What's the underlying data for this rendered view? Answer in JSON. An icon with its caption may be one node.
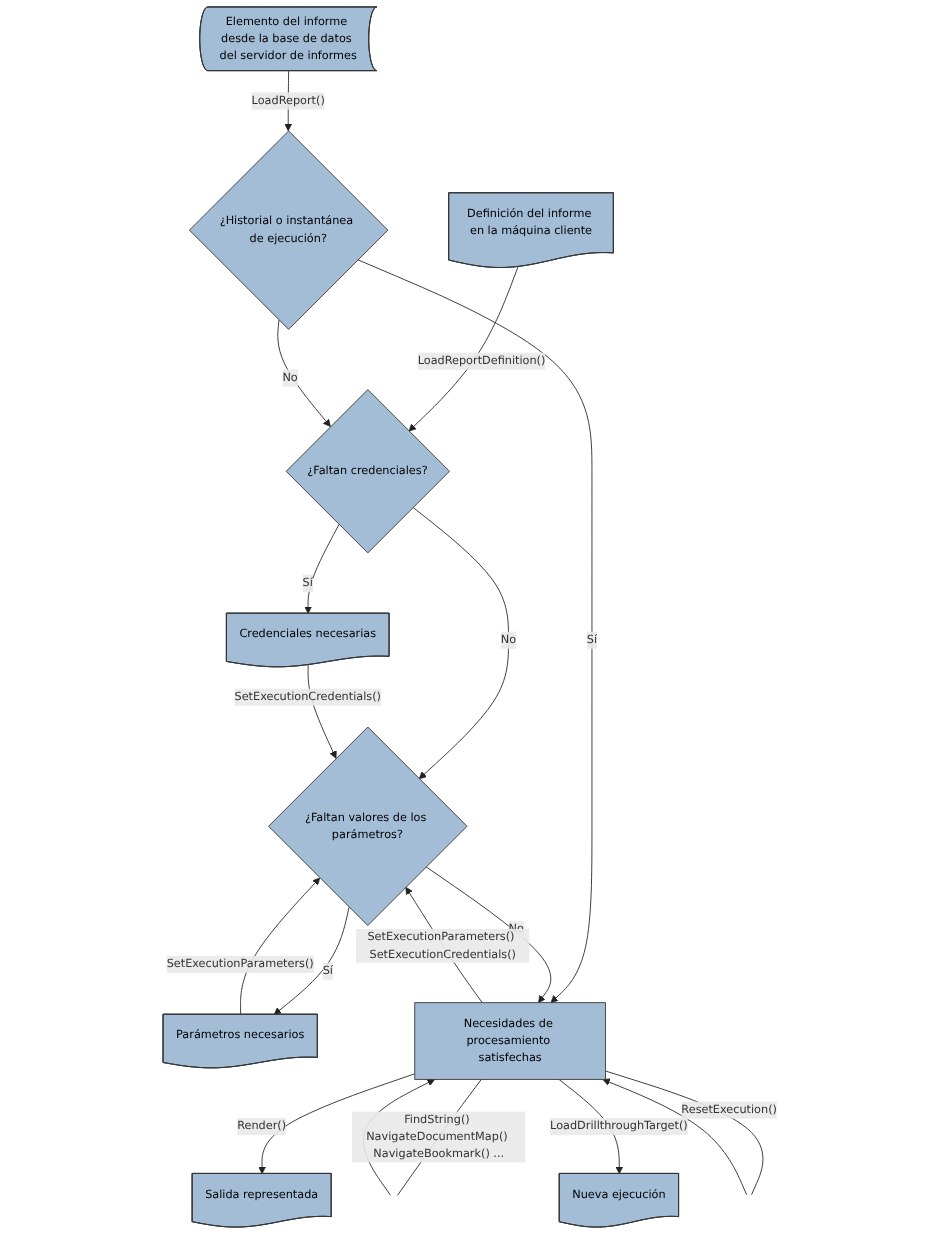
{
  "diagram": {
    "nodes": [
      {
        "text": [
          "Elemento del informe desde la base de datos del servidor de informes"
        ]
      },
      {
        "text": [
          "Definición del informe en la máquina cliente"
        ]
      },
      {
        "text": [
          "¿Historial o instantánea de ejecución?"
        ]
      },
      {
        "text": [
          "¿Faltan credenciales?"
        ]
      },
      {
        "text": [
          "Credenciales necesarias"
        ]
      },
      {
        "text": [
          "¿Faltan valores de los parámetros?"
        ]
      },
      {
        "text": [
          "Parámetros necesarios"
        ]
      },
      {
        "text": [
          "Necesidades de procesamiento satisfechas"
        ]
      },
      {
        "text": [
          "Salida representada"
        ]
      },
      {
        "text": [
          "Nueva ejecución"
        ]
      }
    ],
    "edges": [
      {
        "from": 0,
        "to": 2,
        "arrow": "to",
        "label": "LoadReport()"
      },
      {
        "from": 1,
        "to": 3,
        "arrow": "to",
        "label": "LoadReportDefinition()"
      },
      {
        "from": 2,
        "to": 3,
        "arrow": "to",
        "label": "No"
      },
      {
        "from": 2,
        "to": 7,
        "arrow": "to",
        "label": "Sí"
      },
      {
        "from": 3,
        "to": 4,
        "arrow": "to",
        "label": "Sí"
      },
      {
        "from": 3,
        "to": 5,
        "arrow": "to",
        "label": "No"
      },
      {
        "from": 4,
        "to": 5,
        "arrow": "to",
        "label": "SetExecutionCredentials()"
      },
      {
        "from": 5,
        "to": 6,
        "arrow": "to",
        "label": "Sí"
      },
      {
        "from": 6,
        "to": 5,
        "arrow": "to",
        "label": "SetExecutionParameters()"
      },
      {
        "from": 5,
        "to": 7,
        "arrow": "to",
        "label": "No"
      },
      {
        "from": 7,
        "to": 5,
        "arrow": "to",
        "label": "SetExecutionParameters() SetExecutionCredentials()"
      },
      {
        "from": 7,
        "to": 7,
        "arrow": "to",
        "label": "FindString() NavigateDocumentMap() NavigateBookmark() ..."
      },
      {
        "from": 7,
        "to": 7,
        "arrow": "to",
        "label": "ResetExecution()"
      },
      {
        "from": 7,
        "to": 8,
        "arrow": "to",
        "label": "Render()"
      },
      {
        "from": 7,
        "to": 9,
        "arrow": "to",
        "label": "LoadDrillthroughTarget()"
      }
    ]
  }
}
